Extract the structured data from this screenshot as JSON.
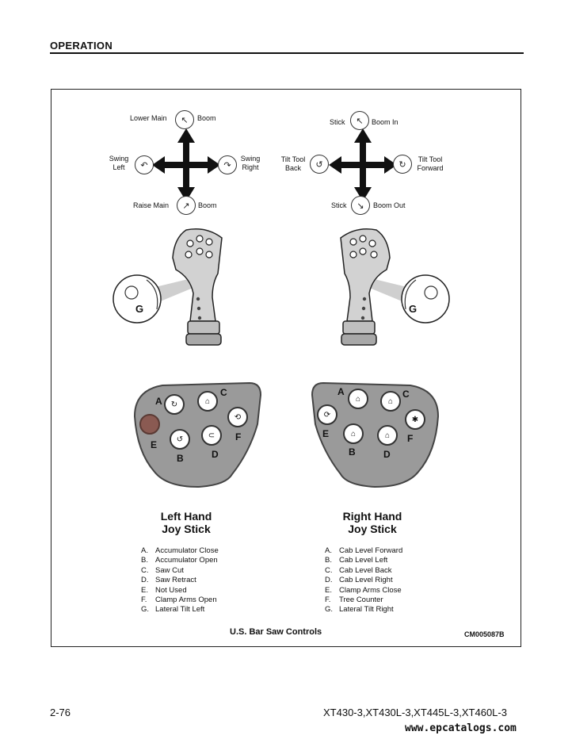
{
  "header": {
    "section_title": "OPERATION"
  },
  "left_stick": {
    "directions": {
      "up_left": "Lower Main",
      "up_right": "Boom",
      "left": "Swing\nLeft",
      "right": "Swing\nRight",
      "down_left": "Raise Main",
      "down_right": "Boom"
    },
    "detail_label": "G",
    "buttons": [
      "A",
      "B",
      "C",
      "D",
      "E",
      "F"
    ],
    "title_line1": "Left Hand",
    "title_line2": "Joy Stick",
    "legend": [
      {
        "letter": "A.",
        "text": "Accumulator Close"
      },
      {
        "letter": "B.",
        "text": "Accumulator Open"
      },
      {
        "letter": "C.",
        "text": "Saw Cut"
      },
      {
        "letter": "D.",
        "text": "Saw Retract"
      },
      {
        "letter": "E.",
        "text": "Not Used"
      },
      {
        "letter": "F.",
        "text": "Clamp Arms Open"
      },
      {
        "letter": "G.",
        "text": "Lateral Tilt Left"
      }
    ]
  },
  "right_stick": {
    "directions": {
      "up_left": "Stick",
      "up_right": "Boom In",
      "left": "Tilt Tool\nBack",
      "right": "Tilt Tool\nForward",
      "down_left": "Stick",
      "down_right": "Boom Out"
    },
    "detail_label": "G",
    "buttons": [
      "A",
      "B",
      "C",
      "D",
      "E",
      "F"
    ],
    "title_line1": "Right Hand",
    "title_line2": "Joy Stick",
    "legend": [
      {
        "letter": "A.",
        "text": "Cab Level Forward"
      },
      {
        "letter": "B.",
        "text": "Cab Level Left"
      },
      {
        "letter": "C.",
        "text": "Cab Level Back"
      },
      {
        "letter": "D.",
        "text": "Cab Level Right"
      },
      {
        "letter": "E.",
        "text": "Clamp Arms Close"
      },
      {
        "letter": "F.",
        "text": "Tree Counter"
      },
      {
        "letter": "G.",
        "text": "Lateral Tilt Right"
      }
    ]
  },
  "figure": {
    "caption": "U.S. Bar Saw Controls",
    "code": "CM005087B"
  },
  "footer": {
    "page_number": "2-76",
    "models": "XT430-3,XT430L-3,XT445L-3,XT460L-3",
    "watermark": "www.epcatalogs.com"
  },
  "colors": {
    "plate_fill": "#9a9a9a",
    "plate_stroke": "#444444",
    "grip_fill": "#d2d2d2",
    "unused_button": "#8a5a52"
  }
}
